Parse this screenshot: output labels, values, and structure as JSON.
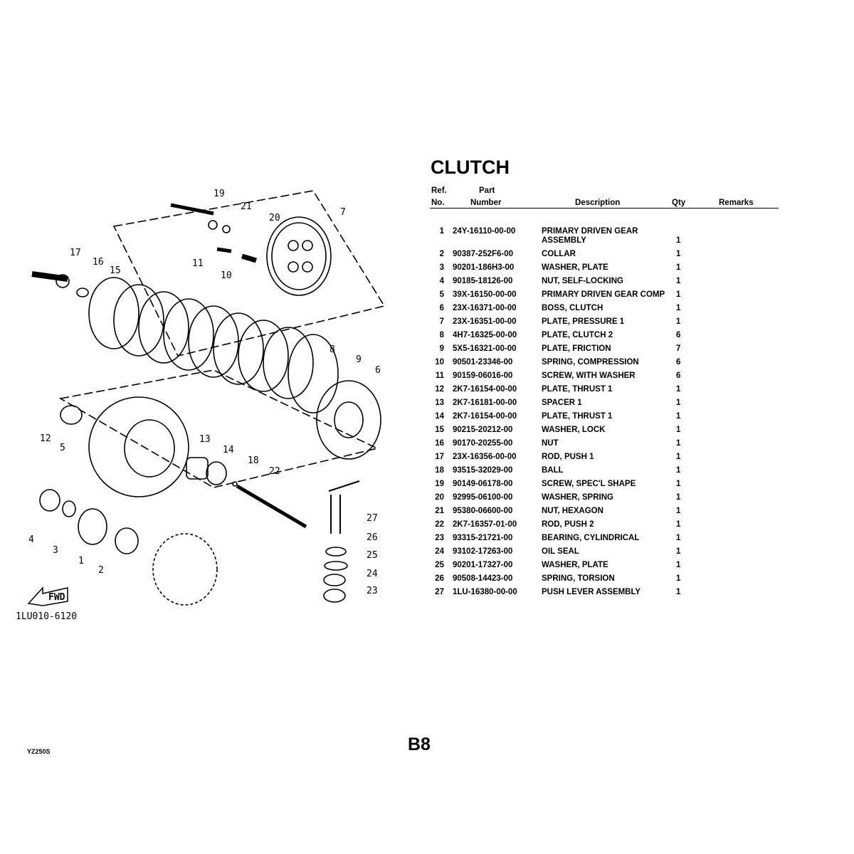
{
  "page": {
    "title": "CLUTCH",
    "model": "YZ250S",
    "page_number": "B8"
  },
  "headers": {
    "ref_1": "Ref.",
    "ref_2": "No.",
    "part_1": "Part",
    "part_2": "Number",
    "description": "Description",
    "qty": "Qty",
    "remarks": "Remarks"
  },
  "parts": [
    {
      "ref": "1",
      "number": "24Y-16110-00-00",
      "description": "PRIMARY DRIVEN GEAR",
      "description_2": "ASSEMBLY",
      "qty": "1"
    },
    {
      "ref": "2",
      "number": "90387-252F6-00",
      "description": "COLLAR",
      "qty": "1"
    },
    {
      "ref": "3",
      "number": "90201-186H3-00",
      "description": "WASHER, PLATE",
      "qty": "1"
    },
    {
      "ref": "4",
      "number": "90185-18126-00",
      "description": "NUT, SELF-LOCKING",
      "qty": "1"
    },
    {
      "ref": "5",
      "number": "39X-16150-00-00",
      "description": "PRIMARY DRIVEN GEAR COMP",
      "qty": "1"
    },
    {
      "ref": "6",
      "number": "23X-16371-00-00",
      "description": "BOSS, CLUTCH",
      "qty": "1"
    },
    {
      "ref": "7",
      "number": "23X-16351-00-00",
      "description": "PLATE, PRESSURE 1",
      "qty": "1"
    },
    {
      "ref": "8",
      "number": "4H7-16325-00-00",
      "description": "PLATE, CLUTCH 2",
      "qty": "6"
    },
    {
      "ref": "9",
      "number": "5X5-16321-00-00",
      "description": "PLATE, FRICTION",
      "qty": "7"
    },
    {
      "ref": "10",
      "number": "90501-23346-00",
      "description": "SPRING, COMPRESSION",
      "qty": "6"
    },
    {
      "ref": "11",
      "number": "90159-06016-00",
      "description": "SCREW, WITH WASHER",
      "qty": "6"
    },
    {
      "ref": "12",
      "number": "2K7-16154-00-00",
      "description": "PLATE, THRUST 1",
      "qty": "1"
    },
    {
      "ref": "13",
      "number": "2K7-16181-00-00",
      "description": "SPACER 1",
      "qty": "1"
    },
    {
      "ref": "14",
      "number": "2K7-16154-00-00",
      "description": "PLATE, THRUST 1",
      "qty": "1"
    },
    {
      "ref": "15",
      "number": "90215-20212-00",
      "description": "WASHER, LOCK",
      "qty": "1"
    },
    {
      "ref": "16",
      "number": "90170-20255-00",
      "description": "NUT",
      "qty": "1"
    },
    {
      "ref": "17",
      "number": "23X-16356-00-00",
      "description": "ROD, PUSH 1",
      "qty": "1"
    },
    {
      "ref": "18",
      "number": "93515-32029-00",
      "description": "BALL",
      "qty": "1"
    },
    {
      "ref": "19",
      "number": "90149-06178-00",
      "description": "SCREW, SPEC'L SHAPE",
      "qty": "1"
    },
    {
      "ref": "20",
      "number": "92995-06100-00",
      "description": "WASHER, SPRING",
      "qty": "1"
    },
    {
      "ref": "21",
      "number": "95380-06600-00",
      "description": "NUT, HEXAGON",
      "qty": "1"
    },
    {
      "ref": "22",
      "number": "2K7-16357-01-00",
      "description": "ROD, PUSH 2",
      "qty": "1"
    },
    {
      "ref": "23",
      "number": "93315-21721-00",
      "description": "BEARING, CYLINDRICAL",
      "qty": "1"
    },
    {
      "ref": "24",
      "number": "93102-17263-00",
      "description": "OIL SEAL",
      "qty": "1"
    },
    {
      "ref": "25",
      "number": "90201-17327-00",
      "description": "WASHER, PLATE",
      "qty": "1"
    },
    {
      "ref": "26",
      "number": "90508-14423-00",
      "description": "SPRING, TORSION",
      "qty": "1"
    },
    {
      "ref": "27",
      "number": "1LU-16380-00-00",
      "description": "PUSH LEVER ASSEMBLY",
      "qty": "1"
    }
  ],
  "diagram": {
    "code": "1LU010-6120",
    "fwd_label": "FWD",
    "callouts": [
      "19",
      "21",
      "20",
      "7",
      "17",
      "16",
      "15",
      "11",
      "10",
      "8",
      "9",
      "6",
      "12",
      "5",
      "13",
      "14",
      "18",
      "22",
      "27",
      "4",
      "3",
      "1",
      "2",
      "26",
      "25",
      "24",
      "23"
    ]
  }
}
